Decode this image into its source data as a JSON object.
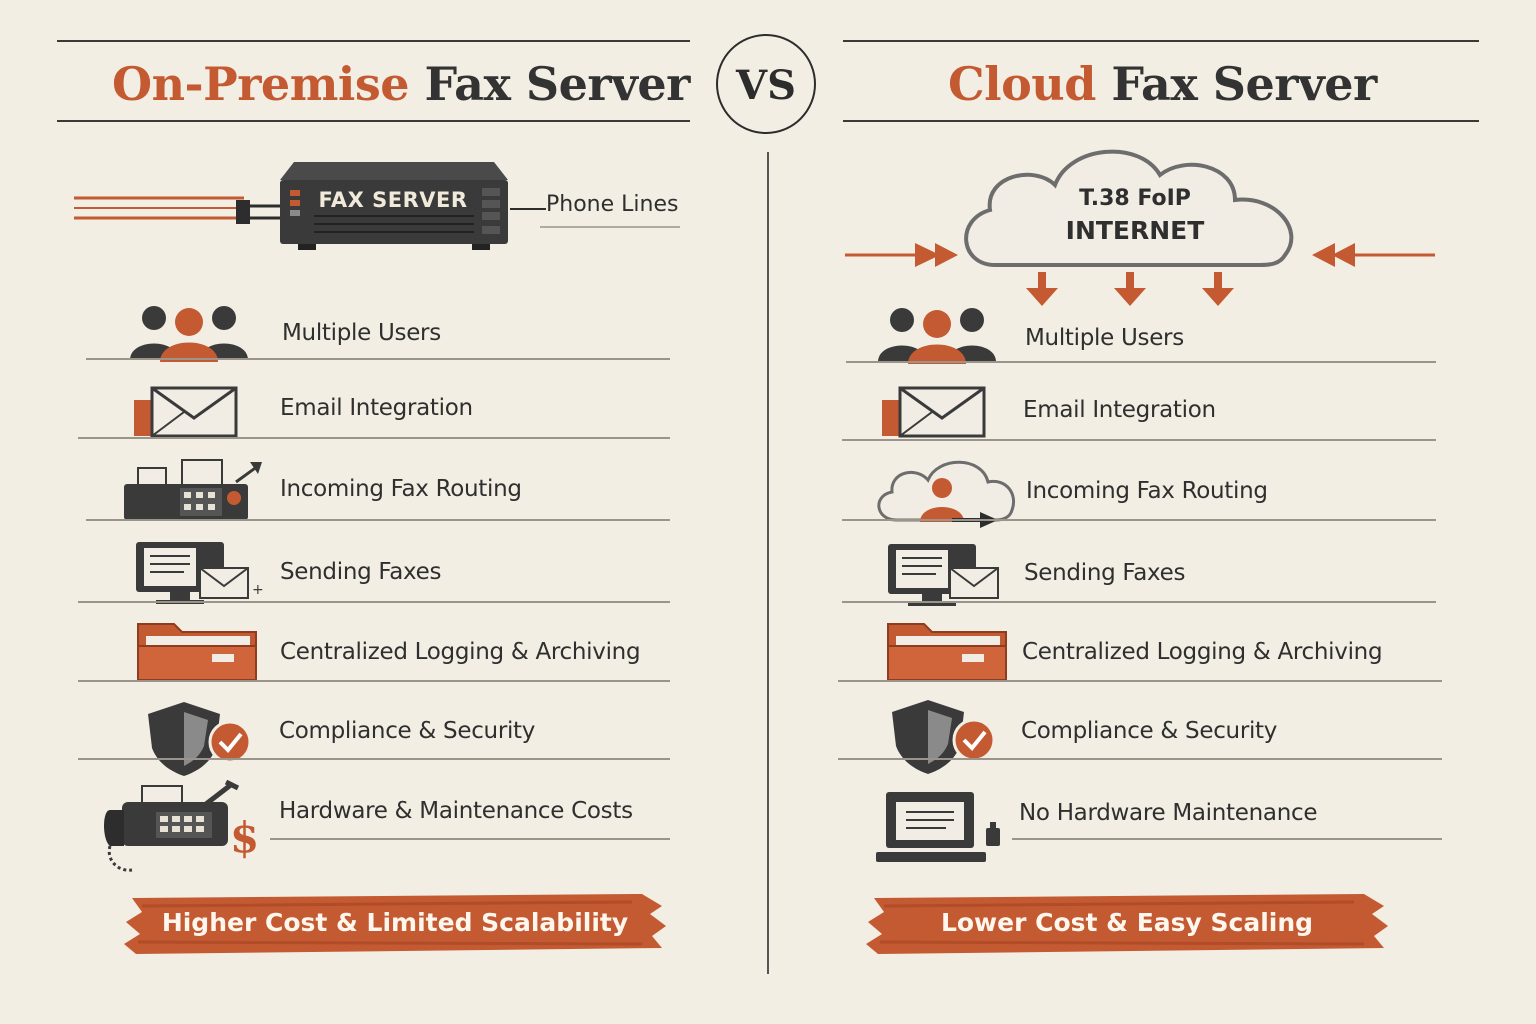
{
  "left": {
    "title_accent": "On-Premise",
    "title_rest": "Fax Server",
    "device_label": "FAX SERVER",
    "device_connector_label": "Phone Lines",
    "features": [
      {
        "label": "Multiple Users",
        "icon": "users-icon"
      },
      {
        "label": "Email Integration",
        "icon": "envelope-icon"
      },
      {
        "label": "Incoming Fax Routing",
        "icon": "fax-machine-icon"
      },
      {
        "label": "Sending Faxes",
        "icon": "computer-mail-icon"
      },
      {
        "label": "Centralized Logging & Archiving",
        "icon": "folder-icon"
      },
      {
        "label": "Compliance & Security",
        "icon": "shield-check-icon"
      },
      {
        "label": "Hardware & Maintenance Costs",
        "icon": "fax-phone-dollar-icon"
      }
    ],
    "banner": "Higher Cost & Limited Scalability"
  },
  "divider_label": "VS",
  "right": {
    "title_accent": "Cloud",
    "title_rest": "Fax Server",
    "cloud_line1": "T.38 FoIP",
    "cloud_line2": "INTERNET",
    "features": [
      {
        "label": "Multiple Users",
        "icon": "users-icon"
      },
      {
        "label": "Email Integration",
        "icon": "envelope-icon"
      },
      {
        "label": "Incoming Fax Routing",
        "icon": "cloud-user-icon"
      },
      {
        "label": "Sending Faxes",
        "icon": "computer-mail-icon"
      },
      {
        "label": "Centralized Logging & Archiving",
        "icon": "folder-icon"
      },
      {
        "label": "Compliance & Security",
        "icon": "shield-check-icon"
      },
      {
        "label": "No Hardware Maintenance",
        "icon": "laptop-icon"
      }
    ],
    "banner": "Lower Cost & Easy Scaling"
  },
  "colors": {
    "accent": "#c45a32",
    "dark": "#333333",
    "background": "#f3eee3"
  }
}
